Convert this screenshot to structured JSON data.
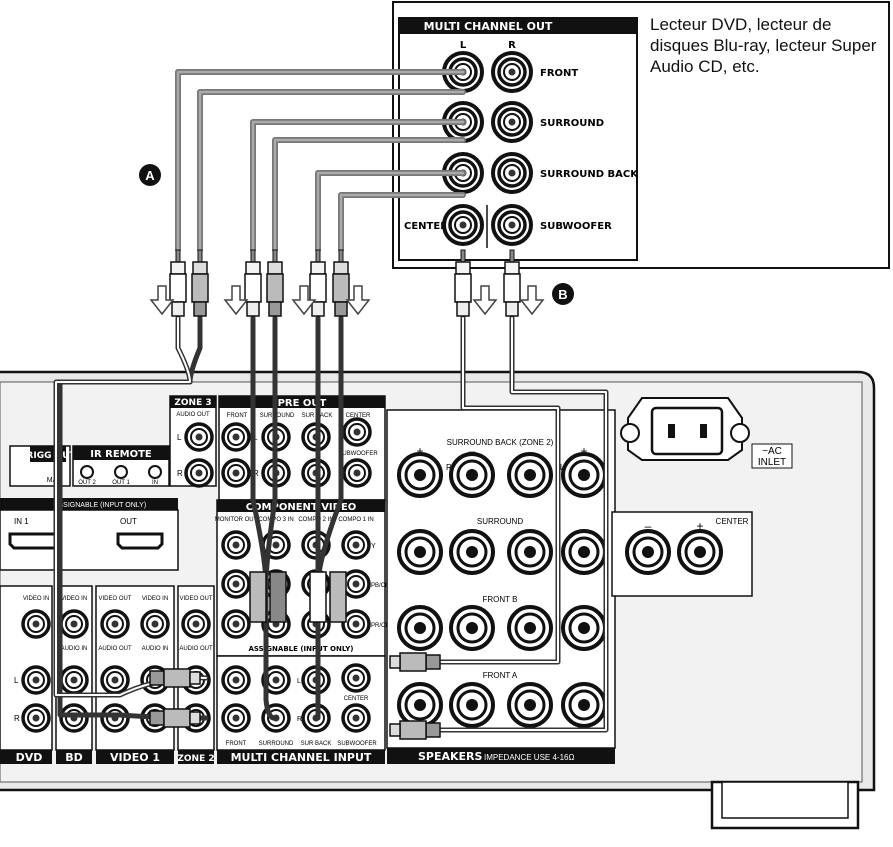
{
  "player": {
    "description": "Lecteur DVD, lecteur de disques Blu-ray, lecteur Super Audio CD, etc.",
    "panel_title": "MULTI CHANNEL OUT",
    "col_l": "L",
    "col_r": "R",
    "rows": [
      "FRONT",
      "SURROUND",
      "SURROUND BACK",
      "SUBWOOFER"
    ],
    "center_label": "CENTER"
  },
  "callouts": {
    "a": "A",
    "b": "B"
  },
  "receiver": {
    "zone3": {
      "title": "ZONE 3",
      "sub": "AUDIO OUT",
      "l": "L",
      "r": "R"
    },
    "pre_out": {
      "title": "PRE OUT",
      "front": "FRONT",
      "surround": "SURROUND",
      "sur_back": "SUR BACK",
      "center": "CENTER",
      "subwoofer": "SUBWOOFER",
      "l": "L",
      "r": "R"
    },
    "trigger": {
      "title": "TRIGG OUT",
      "sub": "MA"
    },
    "ir_remote": {
      "title": "IR REMOTE",
      "out2": "OUT 2",
      "out1": "OUT 1",
      "in": "IN"
    },
    "hdmi": {
      "assignable": "ASSIGNABLE (INPUT ONLY)",
      "in1": "IN 1",
      "out": "OUT"
    },
    "component_video": {
      "title": "COMPONENT VIDEO",
      "monitor_out": "MONITOR OUT",
      "compo3": "COMPO 3 IN",
      "compo2": "COMPO 2 IN",
      "compo1": "COMPO 1 IN",
      "y": "Y",
      "pb": "PB/CB",
      "pr": "PR/CR",
      "assignable": "ASSIGNABLE (INPUT ONLY)"
    },
    "multi_channel_input": {
      "title": "MULTI CHANNEL INPUT",
      "front": "FRONT",
      "surround": "SURROUND",
      "sur_back": "SUR BACK",
      "subwoofer": "SUBWOOFER",
      "center": "CENTER",
      "l": "L",
      "r": "R"
    },
    "speakers": {
      "title": "SPEAKERS",
      "impedance": "IMPEDANCE USE 4-16Ω",
      "surround_back": "SURROUND BACK (ZONE 2)",
      "surround": "SURROUND",
      "front_b": "FRONT B",
      "front_a": "FRONT A",
      "center": "CENTER",
      "plus": "+",
      "minus": "–",
      "r": "R",
      "l": "L"
    },
    "inputs": {
      "dvd": "DVD",
      "bd": "BD",
      "video1": "VIDEO 1",
      "zone2": "ZONE 2",
      "video_in": "VIDEO IN",
      "video_out": "VIDEO OUT",
      "audio_in": "AUDIO IN",
      "audio_out": "AUDIO OUT",
      "l": "L",
      "r": "R"
    },
    "ac_inlet": {
      "symbol": "~AC",
      "label": "INLET"
    }
  }
}
